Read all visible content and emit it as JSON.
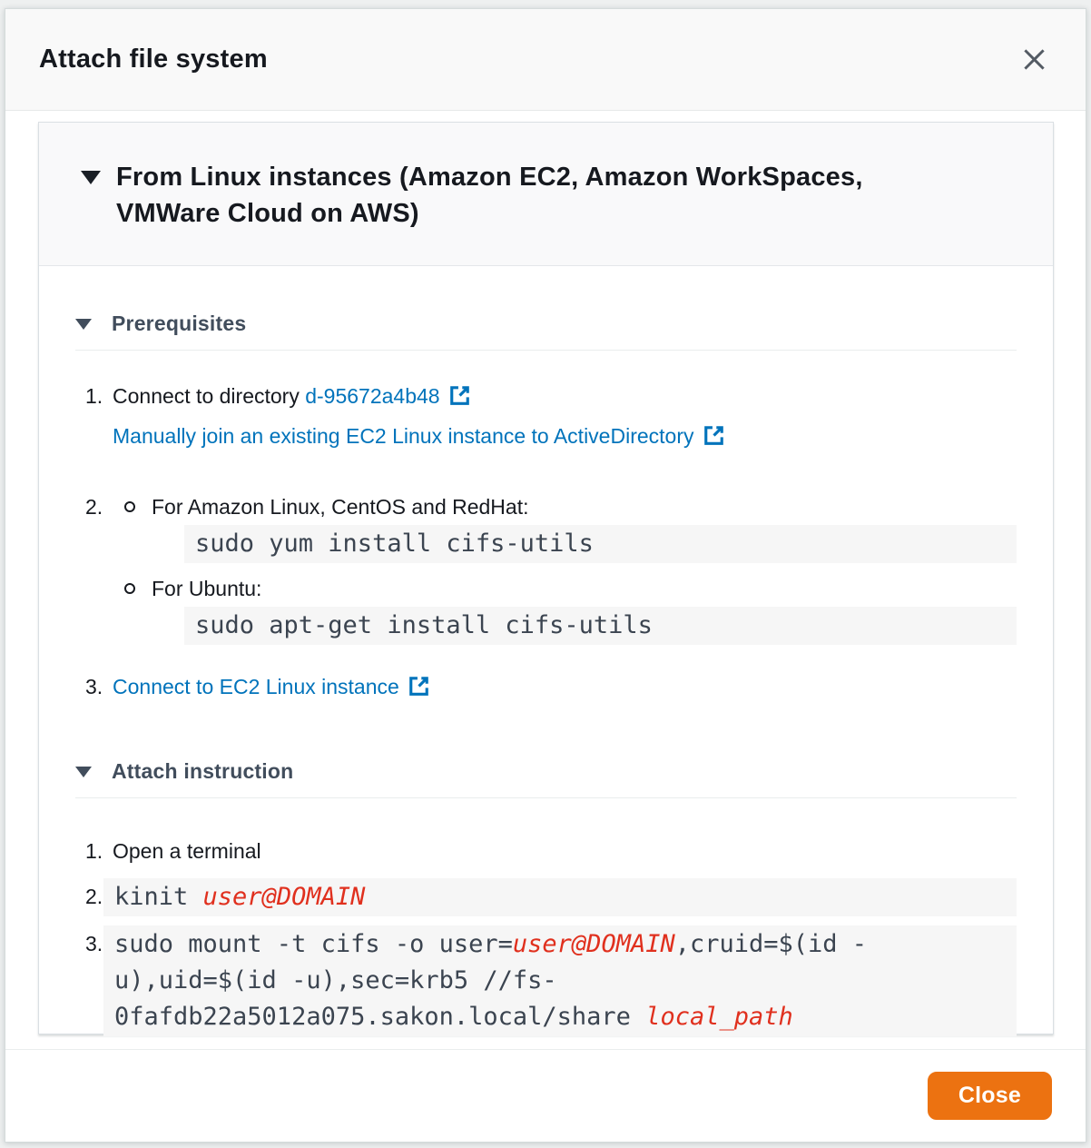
{
  "modal": {
    "title": "Attach file system"
  },
  "panel": {
    "title": "From Linux instances (Amazon EC2, Amazon WorkSpaces,\nVMWare Cloud on AWS)"
  },
  "prerequisites": {
    "heading": "Prerequisites",
    "item1": {
      "number": "1.",
      "text": "Connect to directory ",
      "directory_link": "d-95672a4b48",
      "join_link": "Manually join an existing EC2 Linux instance to ActiveDirectory"
    },
    "item2": {
      "number": "2.",
      "sub1_label": "For Amazon Linux, CentOS and RedHat:",
      "sub1_code": "sudo yum install cifs-utils",
      "sub2_label": "For Ubuntu:",
      "sub2_code": "sudo apt-get install cifs-utils"
    },
    "item3": {
      "number": "3.",
      "link": "Connect to EC2 Linux instance"
    }
  },
  "attach_instruction": {
    "heading": "Attach instruction",
    "item1": {
      "number": "1.",
      "text": "Open a terminal"
    },
    "item2": {
      "number": "2.",
      "segments": [
        {
          "text": "kinit ",
          "var": false
        },
        {
          "text": "user@DOMAIN",
          "var": true
        }
      ]
    },
    "item3": {
      "number": "3.",
      "segments": [
        {
          "text": "sudo mount -t cifs -o user=",
          "var": false
        },
        {
          "text": "user@DOMAIN",
          "var": true
        },
        {
          "text": ",cruid=$(id -\nu),uid=$(id -u),sec=krb5 //fs-\n0fafdb22a5012a075.sakon.local/share ",
          "var": false
        },
        {
          "text": "local_path",
          "var": true
        }
      ]
    }
  },
  "footer": {
    "close_label": "Close"
  },
  "colors": {
    "primary_button": "#ec7211",
    "link_blue": "#0073bb",
    "code_variable_red": "#e0301e",
    "heading_gray": "#414d5c",
    "text_dark": "#16191f"
  }
}
